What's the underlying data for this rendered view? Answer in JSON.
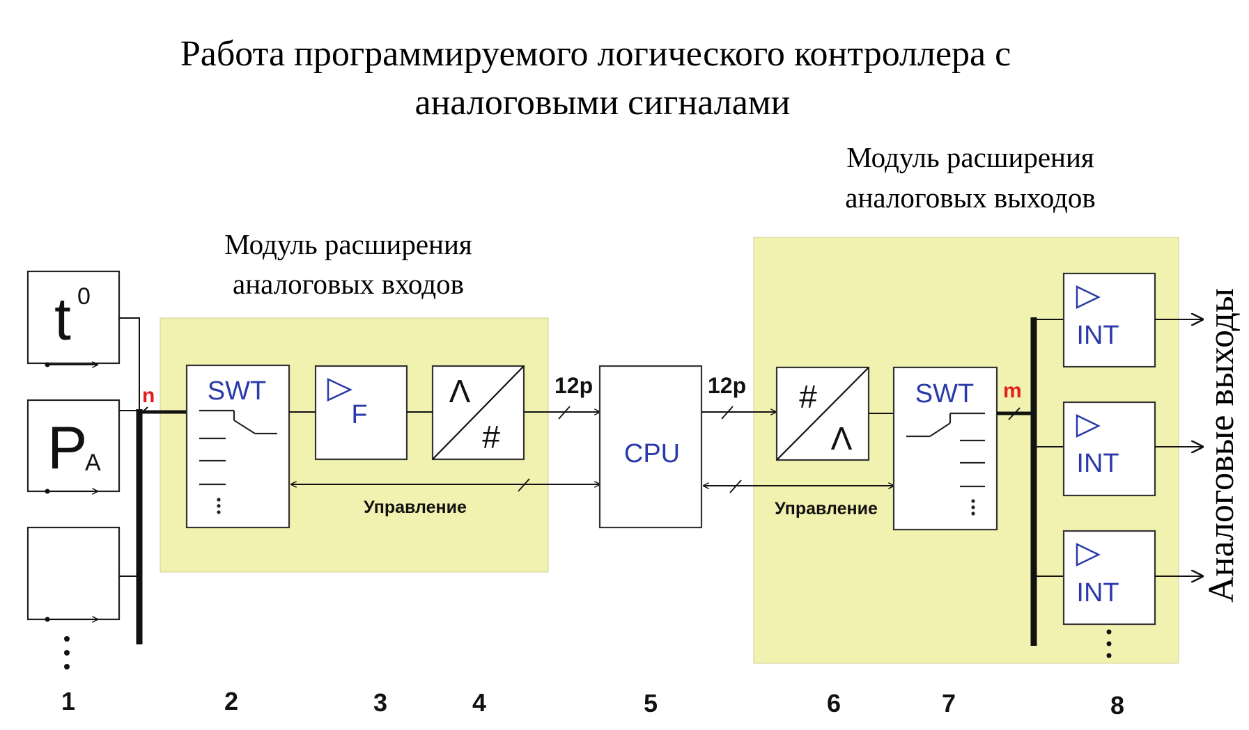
{
  "title": {
    "line1": "Работа программируемого логического контроллера с",
    "line2": "аналоговыми сигналами"
  },
  "input_module": {
    "caption_line1": "Модуль расширения",
    "caption_line2": "аналоговых входов",
    "switch_label": "SWT",
    "filter_label": "F",
    "adc_top": "Λ",
    "adc_bottom": "#",
    "control_label": "Управление",
    "channels_label": "n"
  },
  "output_module": {
    "caption_line1": "Модуль расширения",
    "caption_line2": "аналоговых выходов",
    "dac_top": "#",
    "dac_bottom": "Λ",
    "switch_label": "SWT",
    "control_label": "Управление",
    "channels_label": "m",
    "int_label_1": "INT",
    "int_label_2": "INT",
    "int_label_3": "INT"
  },
  "sensors": {
    "temperature_base": "t",
    "temperature_sup": "0",
    "pressure_base": "P",
    "pressure_sub": "A"
  },
  "cpu_label": "CPU",
  "bus_width_in": "12p",
  "bus_width_out": "12p",
  "outputs_label": "Аналоговые выходы",
  "numbers": [
    "1",
    "2",
    "3",
    "4",
    "5",
    "6",
    "7",
    "8"
  ],
  "colors": {
    "module_fill": "#f2f2b0",
    "block_label": "#2a3aa8",
    "channel_label": "#e02020",
    "line": "#111111"
  }
}
